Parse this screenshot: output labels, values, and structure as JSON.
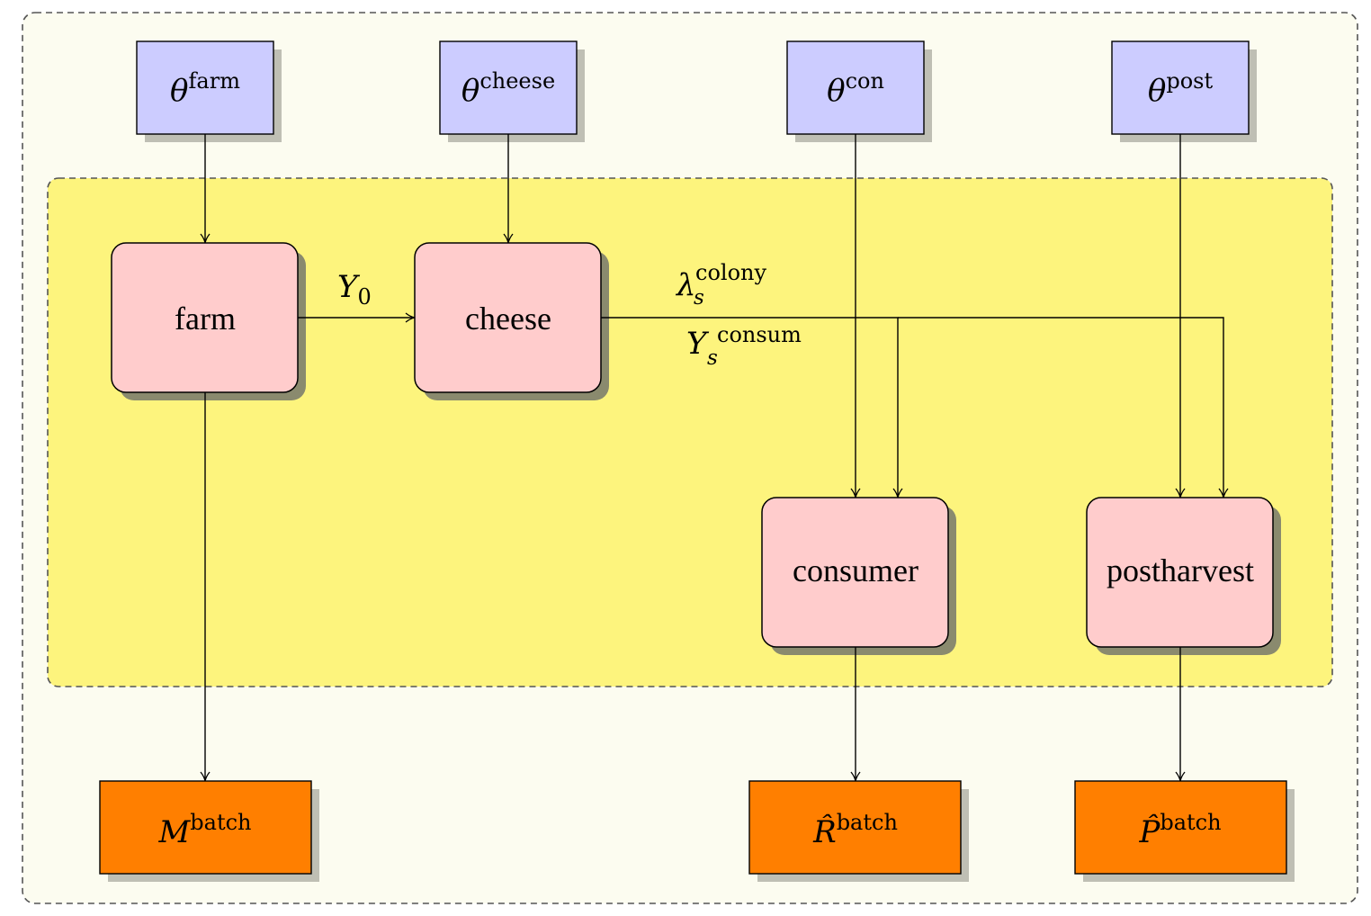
{
  "parameters": [
    {
      "id": "farm",
      "symbol": "θ",
      "superscript": "farm"
    },
    {
      "id": "cheese",
      "symbol": "θ",
      "superscript": "cheese"
    },
    {
      "id": "con",
      "symbol": "θ",
      "superscript": "con"
    },
    {
      "id": "post",
      "symbol": "θ",
      "superscript": "post"
    }
  ],
  "processes": [
    {
      "id": "farm",
      "label": "farm"
    },
    {
      "id": "cheese",
      "label": "cheese"
    },
    {
      "id": "consumer",
      "label": "consumer"
    },
    {
      "id": "postharvest",
      "label": "postharvest"
    }
  ],
  "outputs": [
    {
      "id": "m-batch",
      "symbol": "M",
      "superscript": "batch"
    },
    {
      "id": "r-hat-batch",
      "symbol": "R̂",
      "superscript": "batch"
    },
    {
      "id": "p-hat-batch",
      "symbol": "P̂",
      "superscript": "batch"
    }
  ],
  "edge_labels": {
    "farm_to_cheese": {
      "symbol": "Y",
      "subscript": "0"
    },
    "cheese_out_lambda": {
      "symbol": "λ",
      "subscript": "s",
      "superscript": "colony"
    },
    "cheese_out_y": {
      "symbol": "Y",
      "subscript": "s",
      "superscript": "consum"
    }
  },
  "colors": {
    "outer_fill": "#fcfcf0",
    "inner_fill": "#fdf47d",
    "parameter_fill": "#ccccff",
    "process_fill": "#ffcccc",
    "output_fill": "#ff7f00",
    "shadow": "#bfbfb4",
    "stroke": "#000000",
    "dash_stroke": "#555555"
  }
}
